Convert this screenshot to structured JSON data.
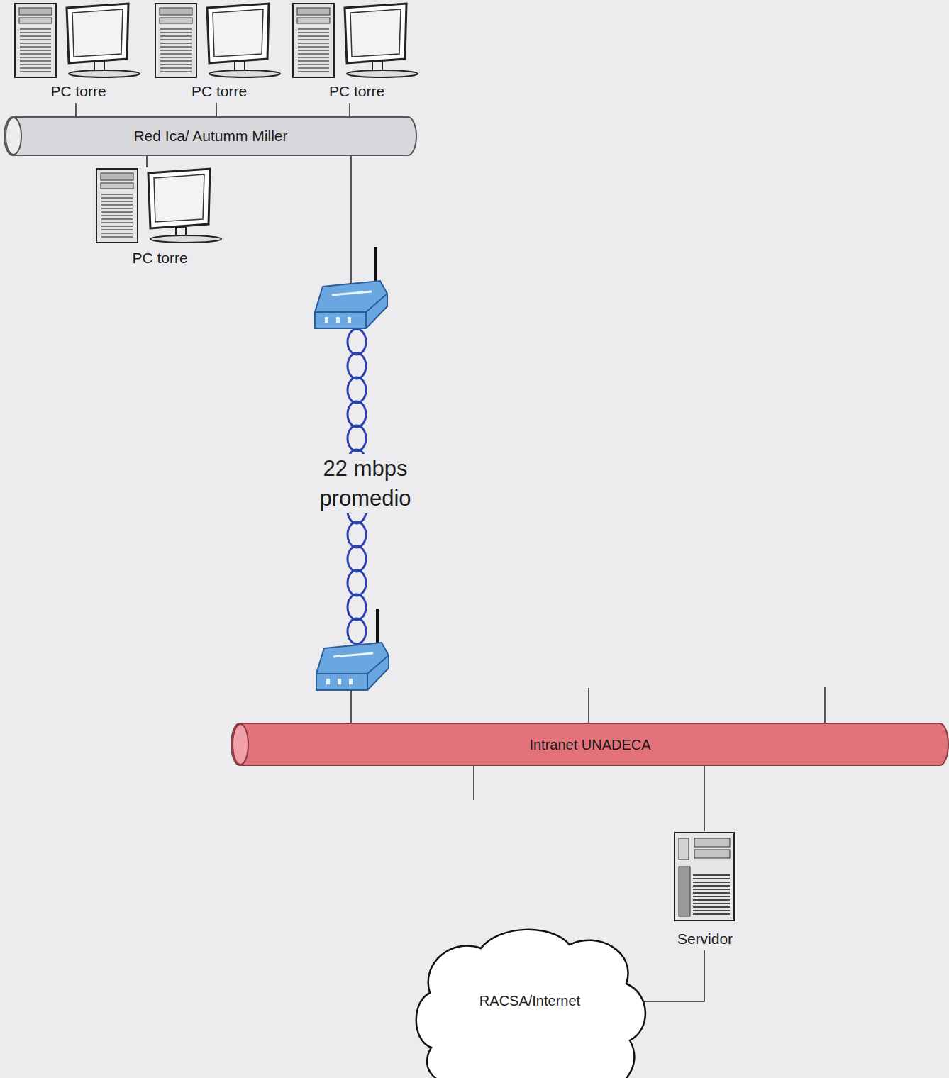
{
  "diagram": {
    "nodes": [
      {
        "text": [
          "PC torre"
        ]
      },
      {
        "text": [
          "PC torre"
        ]
      },
      {
        "text": [
          "PC torre"
        ]
      },
      {
        "text": [
          "Red Ica/ Autumm Miller"
        ]
      },
      {
        "text": [
          "PC torre"
        ]
      },
      {
        "text": [
          "Intranet UNADECA"
        ]
      },
      {
        "text": [
          "Servidor"
        ]
      },
      {
        "text": [
          "RACSA/Internet"
        ]
      }
    ],
    "edges": [
      {
        "from": 0,
        "to": 3,
        "arrow": "none"
      },
      {
        "from": 1,
        "to": 3,
        "arrow": "none"
      },
      {
        "from": 2,
        "to": 3,
        "arrow": "none"
      },
      {
        "from": 4,
        "to": 3,
        "arrow": "none"
      },
      {
        "from": 3,
        "to": 5,
        "label": "22 mbps promedio",
        "arrow": "none"
      },
      {
        "from": 5,
        "to": 6,
        "arrow": "none"
      },
      {
        "from": 6,
        "to": 7,
        "arrow": "none"
      }
    ]
  }
}
